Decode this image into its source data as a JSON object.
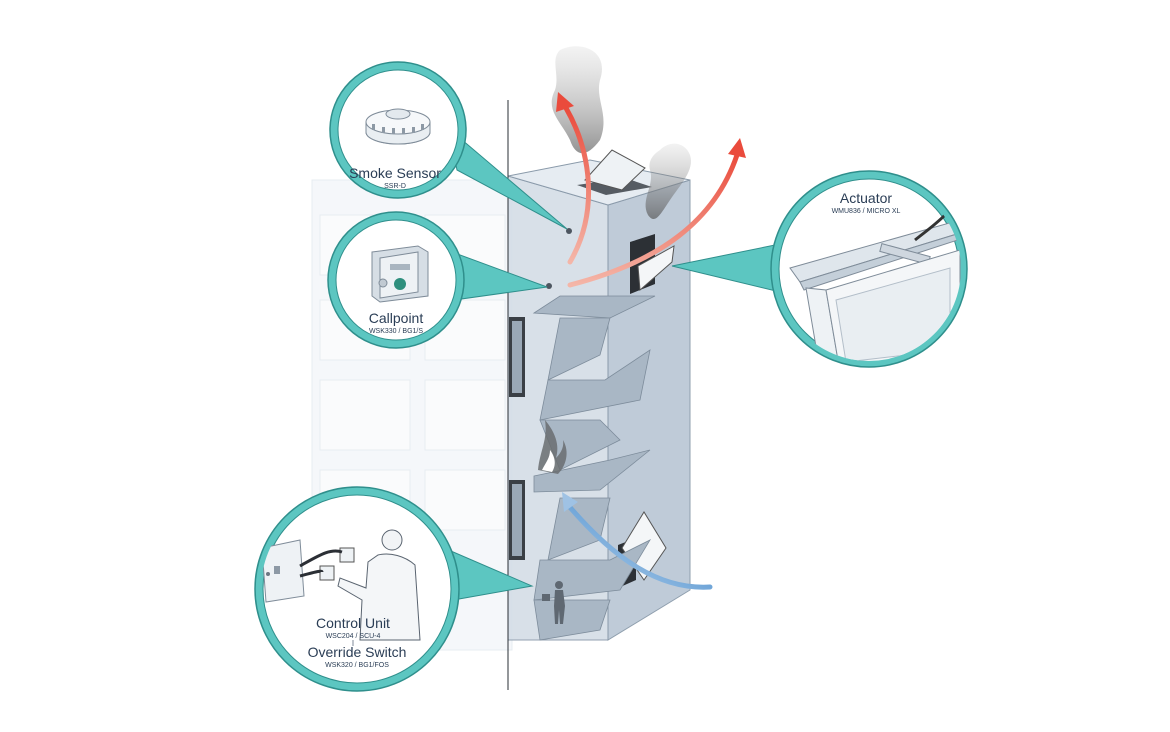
{
  "callouts": {
    "smoke_sensor": {
      "title": "Smoke Sensor",
      "model": "SSR-D"
    },
    "callpoint": {
      "title": "Callpoint",
      "model": "WSK330 / BG1/S"
    },
    "actuator": {
      "title": "Actuator",
      "model": "WMU836 / MICRO XL"
    },
    "control": {
      "title": "Control Unit",
      "model": "WSC204 / SCU-4",
      "switch_title": "Override Switch",
      "switch_model": "WSK320 / BG1/FOS"
    }
  },
  "colors": {
    "callout_ring": "#5cc6c1",
    "callout_border": "#2f8f8c",
    "text": "#2a3d55",
    "arrow_exhaust": "#ea4b3c",
    "arrow_supply": "#2777c3",
    "building": "#c6d2de"
  },
  "icons": [
    "smoke-sensor-icon",
    "callpoint-icon",
    "actuator-icon",
    "control-unit-icon",
    "fire-icon",
    "smoke-icon",
    "person-icon"
  ]
}
